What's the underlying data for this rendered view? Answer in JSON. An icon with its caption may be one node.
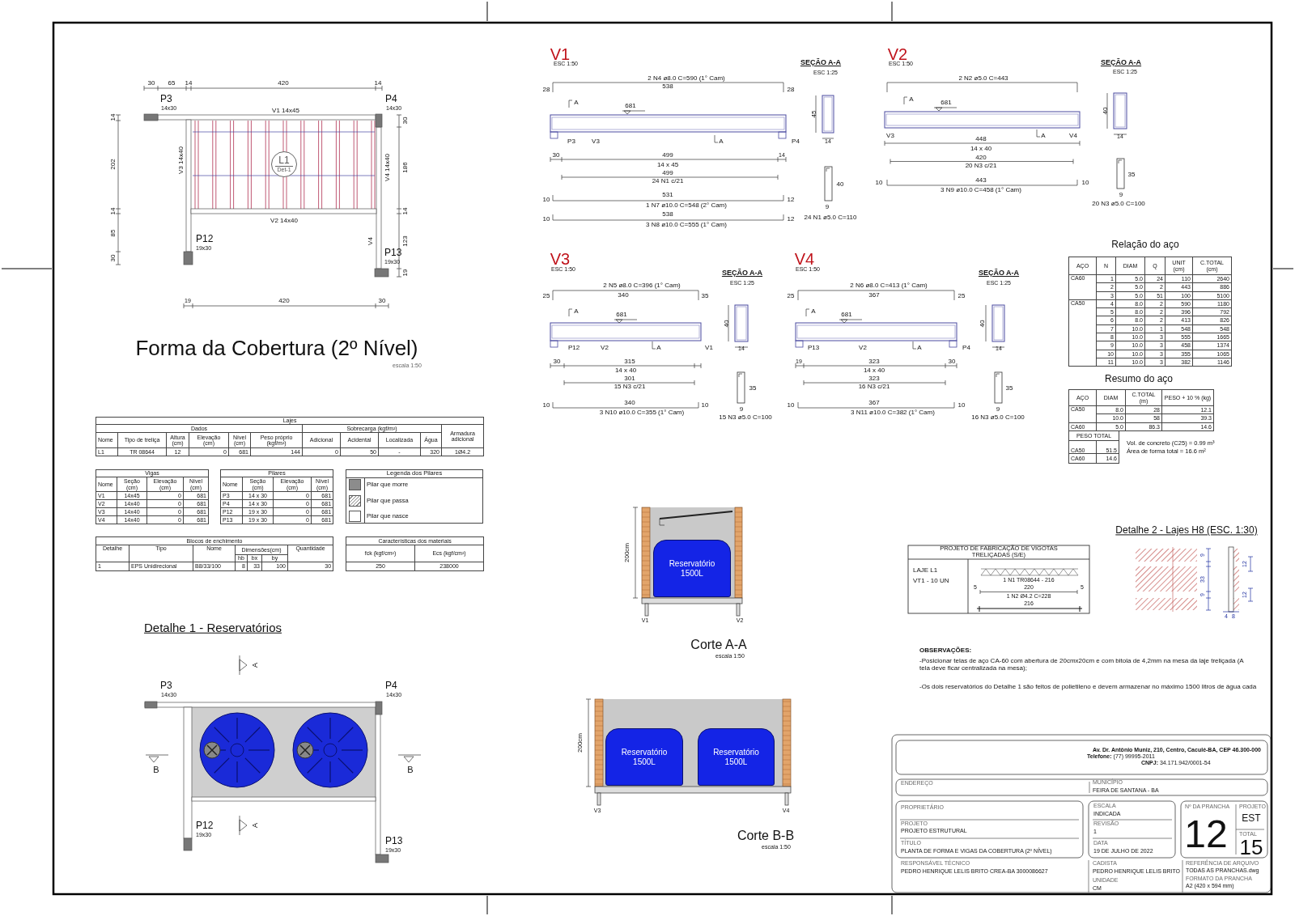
{
  "diagram": {
    "nodes": [
      {
        "text": [
          "L1",
          "Det-1"
        ]
      },
      {
        "text": [
          "Reservatório 1500L"
        ]
      },
      {
        "text": [
          "Reservatório 1500L"
        ]
      },
      {
        "text": [
          "Reservatório 1500L"
        ]
      }
    ],
    "labels": [
      "30",
      "65",
      "14",
      "420",
      "14",
      "P3",
      "14x30",
      "P4",
      "14x30",
      "V1 14x45",
      "14",
      "202",
      "14",
      "85",
      "30",
      "V3 14x40",
      "V4 14x40",
      "30",
      "186",
      "14",
      "123",
      "19",
      "V2 14x40",
      "P12",
      "19x30",
      "V4",
      "P13",
      "19x30",
      "19",
      "420",
      "30",
      "Forma da Cobertura (2º Nível)",
      "escala 1:50",
      "Lajes",
      "Dados",
      "Sobrecarga (kgf/m²)",
      "Armadura adicional",
      "Nome",
      "Tipo de treliça",
      "Altura (cm)",
      "Elevação (cm)",
      "Nível (cm)",
      "Peso próprio (kgf/m²)",
      "Adicional",
      "Acidental",
      "Localizada",
      "Água",
      "L1",
      "TR 08644",
      "12",
      "0",
      "681",
      "144",
      "0",
      "50",
      "-",
      "320",
      "1Ø4.2",
      "Vigas",
      "Nome",
      "Seção (cm)",
      "Elevação (cm)",
      "Nível (cm)",
      "V1",
      "14x45",
      "0",
      "681",
      "V2",
      "14x40",
      "0",
      "681",
      "V3",
      "14x40",
      "0",
      "681",
      "V4",
      "14x40",
      "0",
      "681",
      "Pilares",
      "Nome",
      "Seção (cm)",
      "Elevação (cm)",
      "Nível (cm)",
      "P3",
      "14 x 30",
      "0",
      "681",
      "P4",
      "14 x 30",
      "0",
      "681",
      "P12",
      "19 x 30",
      "0",
      "681",
      "P13",
      "19 x 30",
      "0",
      "681",
      "Legenda dos Pilares",
      "Blocos de enchimento",
      "Detalhe",
      "Tipo",
      "Nome",
      "Dimensões(cm)",
      "Quantidade",
      "hb",
      "bx",
      "by",
      "1",
      "EPS Unidirecional",
      "B8/33/100",
      "8",
      "33",
      "100",
      "30",
      "Características dos materiais",
      "fck (kgf/cm²)",
      "Ecs (kgf/cm²)",
      "250",
      "238000",
      "V1",
      "ESC 1:50",
      "2 N4 ø8.0 C=590 (1° Cam)",
      "28",
      "538",
      "28",
      "A",
      "681",
      "P3",
      "V3",
      "A",
      "P4",
      "30",
      "499",
      "14",
      "14 x 45",
      "499",
      "24 N1 c/21",
      "10",
      "531",
      "12",
      "1 N7 ø10.0 C=548 (2° Cam)",
      "10",
      "538",
      "12",
      "3 N8 ø10.0 C=555 (1° Cam)",
      "SEÇÃO A-A",
      "ESC 1:25",
      "45",
      "14",
      "40",
      "9",
      "24 N1 ø5.0 C=110",
      "V2",
      "ESC 1:50",
      "2 N2 ø5.0 C=443",
      "A",
      "681",
      "V3",
      "A",
      "V4",
      "448",
      "14 x 40",
      "420",
      "20 N3 c/21",
      "10",
      "443",
      "10",
      "3 N9 ø10.0 C=458 (1° Cam)",
      "SEÇÃO A-A",
      "ESC 1:25",
      "40",
      "14",
      "35",
      "9",
      "20 N3 ø5.0 C=100",
      "V3",
      "ESC 1:50",
      "2 N5 ø8.0 C=396 (1° Cam)",
      "25",
      "340",
      "35",
      "A",
      "681",
      "P12",
      "V2",
      "A",
      "V1",
      "30",
      "315",
      "14 x 40",
      "301",
      "15 N3 c/21",
      "10",
      "340",
      "10",
      "3 N10 ø10.0 C=355 (1° Cam)",
      "SEÇÃO A-A",
      "ESC 1:25",
      "40",
      "14",
      "35",
      "9",
      "15 N3 ø5.0 C=100",
      "V4",
      "ESC 1:50",
      "2 N6 ø8.0 C=413 (1° Cam)",
      "25",
      "367",
      "25",
      "A",
      "681",
      "P13",
      "V2",
      "A",
      "P4",
      "19",
      "323",
      "30",
      "14 x 40",
      "323",
      "16 N3 c/21",
      "10",
      "367",
      "10",
      "3 N11 ø10.0 C=382 (1° Cam)",
      "SEÇÃO A-A",
      "ESC 1:25",
      "40",
      "14",
      "35",
      "9",
      "16 N3 ø5.0 C=100",
      "Relação do aço",
      "AÇO",
      "N",
      "DIAM",
      "Q",
      "UNIT (cm)",
      "C.TOTAL (cm)",
      "CA60",
      "1",
      "5.0",
      "24",
      "110",
      "2640",
      "2",
      "5.0",
      "2",
      "443",
      "886",
      "3",
      "5.0",
      "51",
      "100",
      "5100",
      "CA50",
      "4",
      "8.0",
      "2",
      "590",
      "1180",
      "5",
      "8.0",
      "2",
      "396",
      "792",
      "6",
      "8.0",
      "2",
      "413",
      "826",
      "7",
      "10.0",
      "1",
      "548",
      "548",
      "8",
      "10.0",
      "3",
      "555",
      "1665",
      "9",
      "10.0",
      "3",
      "458",
      "1374",
      "10",
      "10.0",
      "3",
      "355",
      "1065",
      "11",
      "10.0",
      "3",
      "382",
      "1146",
      "Resumo do aço",
      "AÇO",
      "DIAM",
      "C.TOTAL (m)",
      "PESO + 10 % (kg)",
      "CA50",
      "8.0",
      "28",
      "12.1",
      "10.0",
      "58",
      "39.3",
      "CA60",
      "5.0",
      "86.3",
      "14.6",
      "PESO TOTAL",
      "CA50",
      "51.5",
      "CA60",
      "14.6",
      "Vol. de concreto (C25) = 0.99 m³",
      "Área de forma total = 16.6 m²",
      "200cm",
      "V1",
      "V2",
      "Corte A-A",
      "escala 1:50",
      "200cm",
      "V3",
      "V4",
      "Corte B-B",
      "escala 1:50",
      "Detalhe 1 - Reservatórios",
      "P3",
      "14x30",
      "P4",
      "14x30",
      "A",
      "B",
      "B",
      "P12",
      "19x30",
      "A",
      "P13",
      "19x30",
      "PROJETO DE FABRICAÇÃO DE VIGOTAS TRELIÇADAS (S/E)",
      "LAJE L1",
      "VT1 - 10 UN",
      "1 N1 TR08644 - 216",
      "5",
      "220",
      "5",
      "1 N2 Ø4.2 C=228",
      "216",
      "Detalhe 2 - Lajes H8 (ESC. 1:30)",
      "9",
      "33",
      "9",
      "12",
      "12",
      "4",
      "8",
      "OBSERVAÇÕES:",
      "-Posicionar telas de aço CA-60 com abertura de 20cmx20cm e com bitola de 4,2mm na mesa da laje treliçada (A tela deve ficar centralizada na mesa);",
      "-Os dois reservatórios do Detalhe 1 são feitos de polietileno e devem armazenar no máximo 1500 litros de água cada",
      "Av. Dr. Antônio Muniz, 210, Centro, Caculé-BA, CEP 46.300-000",
      "**Telefone:** (77) 99995-2011",
      "**CNPJ:** 34.171.942/0001-54",
      "ENDEREÇO",
      "MUNICÍPIO",
      "FEIRA DE SANTANA - BA",
      "PROPRIETÁRIO",
      "PROJETO",
      "PROJETO ESTRUTURAL",
      "TÍTULO",
      "PLANTA DE FORMA E VIGAS DA COBERTURA (2º NÍVEL)",
      "ESCALA",
      "INDICADA",
      "REVISÃO",
      "1",
      "DATA",
      "19 DE JULHO DE 2022",
      "Nº DA PRANCHA",
      "12",
      "PROJETO",
      "EST",
      "TOTAL",
      "15",
      "RESPONSÁVEL TÉCNICO",
      "PEDRO HENRIQUE LELIS BRITO CREA-BA 3000086627",
      "CADISTA",
      "PEDRO HENRIQUE LELIS BRITO",
      "UNIDADE",
      "CM",
      "REFERÊNCIA DE ARQUIVO",
      "TODAS AS PRANCHAS.dwg",
      "FORMATO DA PRANCHA",
      "A2 (420 x 594 mm)"
    ],
    "legend": [
      {
        "text": "Pilar que morre",
        "color": "#8c8c8c"
      },
      {
        "text": "Pilar que passa"
      },
      {
        "text": "Pilar que nasce"
      }
    ]
  }
}
